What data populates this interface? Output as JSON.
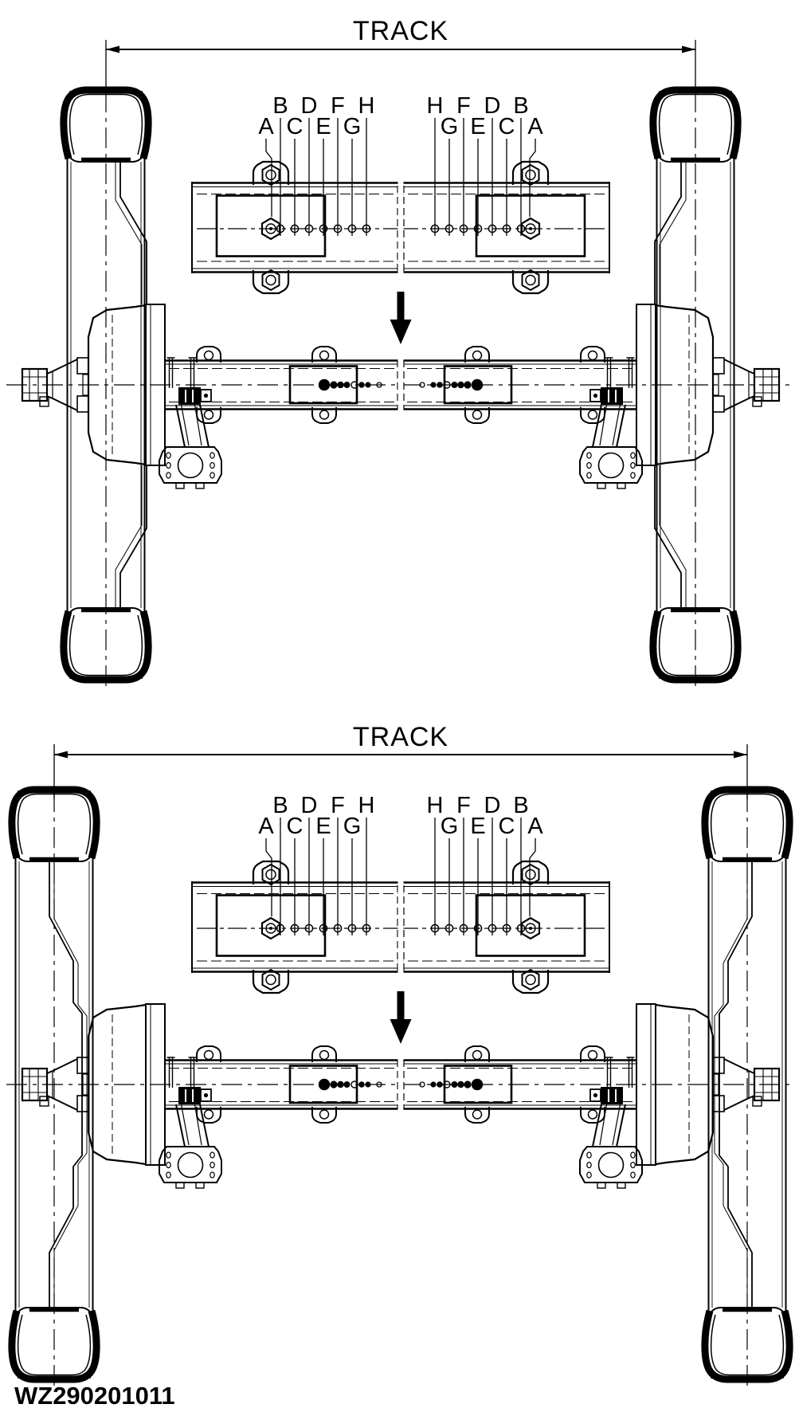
{
  "figure_top": {
    "track_label": "TRACK",
    "bolt_labels": {
      "left_upper": [
        "B",
        "D",
        "F",
        "H"
      ],
      "left_lower": [
        "A",
        "C",
        "E",
        "G"
      ],
      "right_upper": [
        "H",
        "F",
        "D",
        "B"
      ],
      "right_lower": [
        "G",
        "E",
        "C",
        "A"
      ]
    }
  },
  "figure_bottom": {
    "track_label": "TRACK",
    "bolt_labels": {
      "left_upper": [
        "B",
        "D",
        "F",
        "H"
      ],
      "left_lower": [
        "A",
        "C",
        "E",
        "G"
      ],
      "right_upper": [
        "H",
        "F",
        "D",
        "B"
      ],
      "right_lower": [
        "G",
        "E",
        "C",
        "A"
      ]
    }
  },
  "footer": {
    "drawing_number": "WZ290201011"
  },
  "colors": {
    "line": "#000000",
    "background": "#ffffff"
  }
}
